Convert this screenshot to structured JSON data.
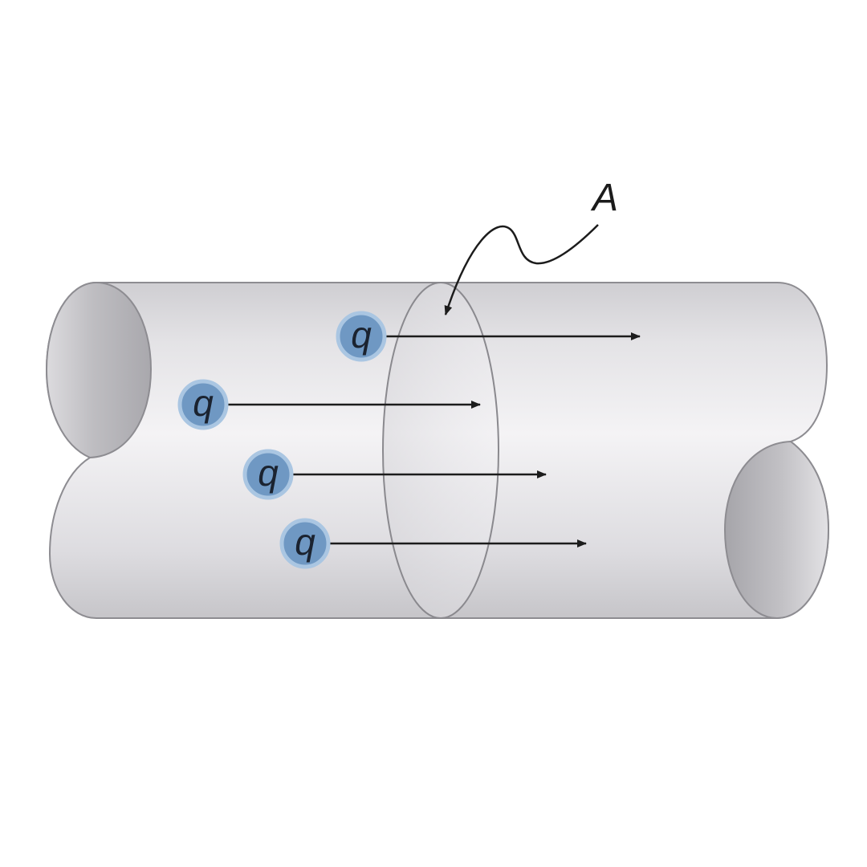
{
  "diagram": {
    "area_label": "A",
    "charges": [
      {
        "label": "q"
      },
      {
        "label": "q"
      },
      {
        "label": "q"
      },
      {
        "label": "q"
      }
    ]
  },
  "colors": {
    "background": "#ffffff",
    "cylinder_body": "#e2e1e4",
    "cylinder_shadow": "#b9b8bc",
    "cylinder_outline": "#8d8c91",
    "charge_fill": "#6f98c3",
    "charge_ring": "#aac6e2",
    "arrow": "#1c1c1c"
  }
}
